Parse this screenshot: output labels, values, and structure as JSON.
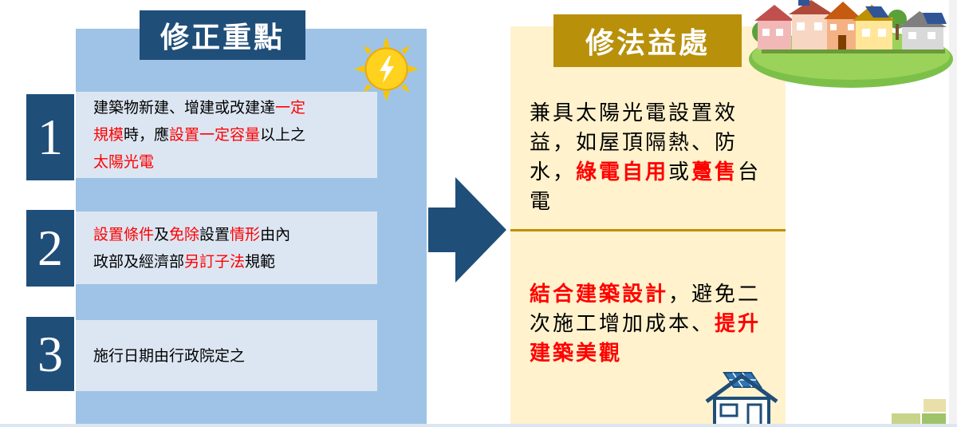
{
  "left": {
    "title": "修正重點",
    "items": [
      {
        "number": "1",
        "lines": [
          [
            {
              "t": "建築物新建、增建或改建達",
              "red": false
            },
            {
              "t": "一定",
              "red": true
            }
          ],
          [
            {
              "t": "規模",
              "red": true
            },
            {
              "t": "時，應",
              "red": false
            },
            {
              "t": "設置一定容量",
              "red": true
            },
            {
              "t": "以上之",
              "red": false
            }
          ],
          [
            {
              "t": "太陽光電",
              "red": true
            }
          ]
        ]
      },
      {
        "number": "2",
        "lines": [
          [
            {
              "t": "設置條件",
              "red": true
            },
            {
              "t": "及",
              "red": false
            },
            {
              "t": "免除",
              "red": true
            },
            {
              "t": "設置",
              "red": false
            },
            {
              "t": "情形",
              "red": true
            },
            {
              "t": "由內",
              "red": false
            }
          ],
          [
            {
              "t": "政部及經濟部",
              "red": false
            },
            {
              "t": "另訂子法",
              "red": true
            },
            {
              "t": "規範",
              "red": false
            }
          ]
        ]
      },
      {
        "number": "3",
        "lines": [
          [
            {
              "t": "施行日期由行政院定之",
              "red": false
            }
          ]
        ]
      }
    ]
  },
  "right": {
    "title": "修法益處",
    "benefit1": {
      "lines": [
        [
          {
            "t": "兼具太陽光電設置效",
            "red": false
          }
        ],
        [
          {
            "t": "益，如屋頂隔熱、防",
            "red": false
          }
        ],
        [
          {
            "t": "水，",
            "red": false
          },
          {
            "t": "綠電自用",
            "red": true
          },
          {
            "t": "或",
            "red": false
          },
          {
            "t": "躉售",
            "red": true
          },
          {
            "t": "台",
            "red": false
          }
        ],
        [
          {
            "t": "電",
            "red": false
          }
        ]
      ]
    },
    "benefit2": {
      "lines": [
        [
          {
            "t": "結合建築設計",
            "red": true
          },
          {
            "t": "，避免二",
            "red": false
          }
        ],
        [
          {
            "t": "次施工增加成本、",
            "red": false
          },
          {
            "t": "提升",
            "red": true
          }
        ],
        [
          {
            "t": "建築美觀",
            "red": true
          }
        ]
      ]
    }
  },
  "icons": {
    "sun": "sun-lightning-icon",
    "arrow": "right-arrow-icon",
    "houses": "solar-houses-illustration",
    "house": "solar-house-icon"
  },
  "colors": {
    "navy": "#1f4e79",
    "left_panel": "#9fc3e6",
    "card": "#dce6f2",
    "gold": "#b8900a",
    "cream": "#fff2cc",
    "emphasis": "#ff0000"
  }
}
